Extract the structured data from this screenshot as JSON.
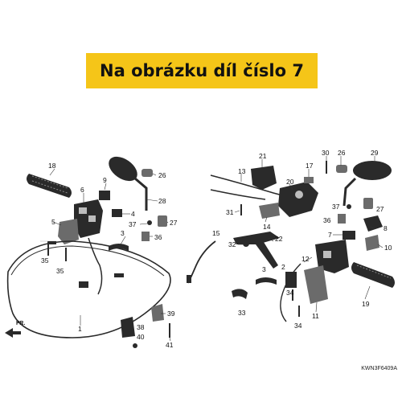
{
  "banner": {
    "text": "Na obrázku díl číslo 7",
    "color": "#f5c518"
  },
  "diagram_code": "KWN3F6409A",
  "direction_label": "FR.",
  "parts": [
    {
      "id": "18",
      "text": "18"
    },
    {
      "id": "9",
      "text": "9"
    },
    {
      "id": "26a",
      "text": "26"
    },
    {
      "id": "6",
      "text": "6"
    },
    {
      "id": "28",
      "text": "28"
    },
    {
      "id": "5",
      "text": "5"
    },
    {
      "id": "4",
      "text": "4"
    },
    {
      "id": "37a",
      "text": "37"
    },
    {
      "id": "27a",
      "text": "27"
    },
    {
      "id": "36a",
      "text": "36"
    },
    {
      "id": "3a",
      "text": "3"
    },
    {
      "id": "35a",
      "text": "35"
    },
    {
      "id": "35b",
      "text": "35"
    },
    {
      "id": "21",
      "text": "21"
    },
    {
      "id": "13",
      "text": "13"
    },
    {
      "id": "17",
      "text": "17"
    },
    {
      "id": "30",
      "text": "30"
    },
    {
      "id": "26b",
      "text": "26"
    },
    {
      "id": "29",
      "text": "29"
    },
    {
      "id": "20",
      "text": "20"
    },
    {
      "id": "31",
      "text": "31"
    },
    {
      "id": "14",
      "text": "14"
    },
    {
      "id": "37b",
      "text": "37"
    },
    {
      "id": "27b",
      "text": "27"
    },
    {
      "id": "36b",
      "text": "36"
    },
    {
      "id": "8",
      "text": "8"
    },
    {
      "id": "15",
      "text": "15"
    },
    {
      "id": "22",
      "text": "22"
    },
    {
      "id": "32",
      "text": "32"
    },
    {
      "id": "7",
      "text": "7"
    },
    {
      "id": "10",
      "text": "10"
    },
    {
      "id": "12",
      "text": "12"
    },
    {
      "id": "3b",
      "text": "3"
    },
    {
      "id": "2",
      "text": "2"
    },
    {
      "id": "34a",
      "text": "34"
    },
    {
      "id": "33",
      "text": "33"
    },
    {
      "id": "19",
      "text": "19"
    },
    {
      "id": "11",
      "text": "11"
    },
    {
      "id": "34b",
      "text": "34"
    },
    {
      "id": "1",
      "text": "1"
    },
    {
      "id": "39",
      "text": "39"
    },
    {
      "id": "38",
      "text": "38"
    },
    {
      "id": "40",
      "text": "40"
    },
    {
      "id": "41",
      "text": "41"
    }
  ]
}
